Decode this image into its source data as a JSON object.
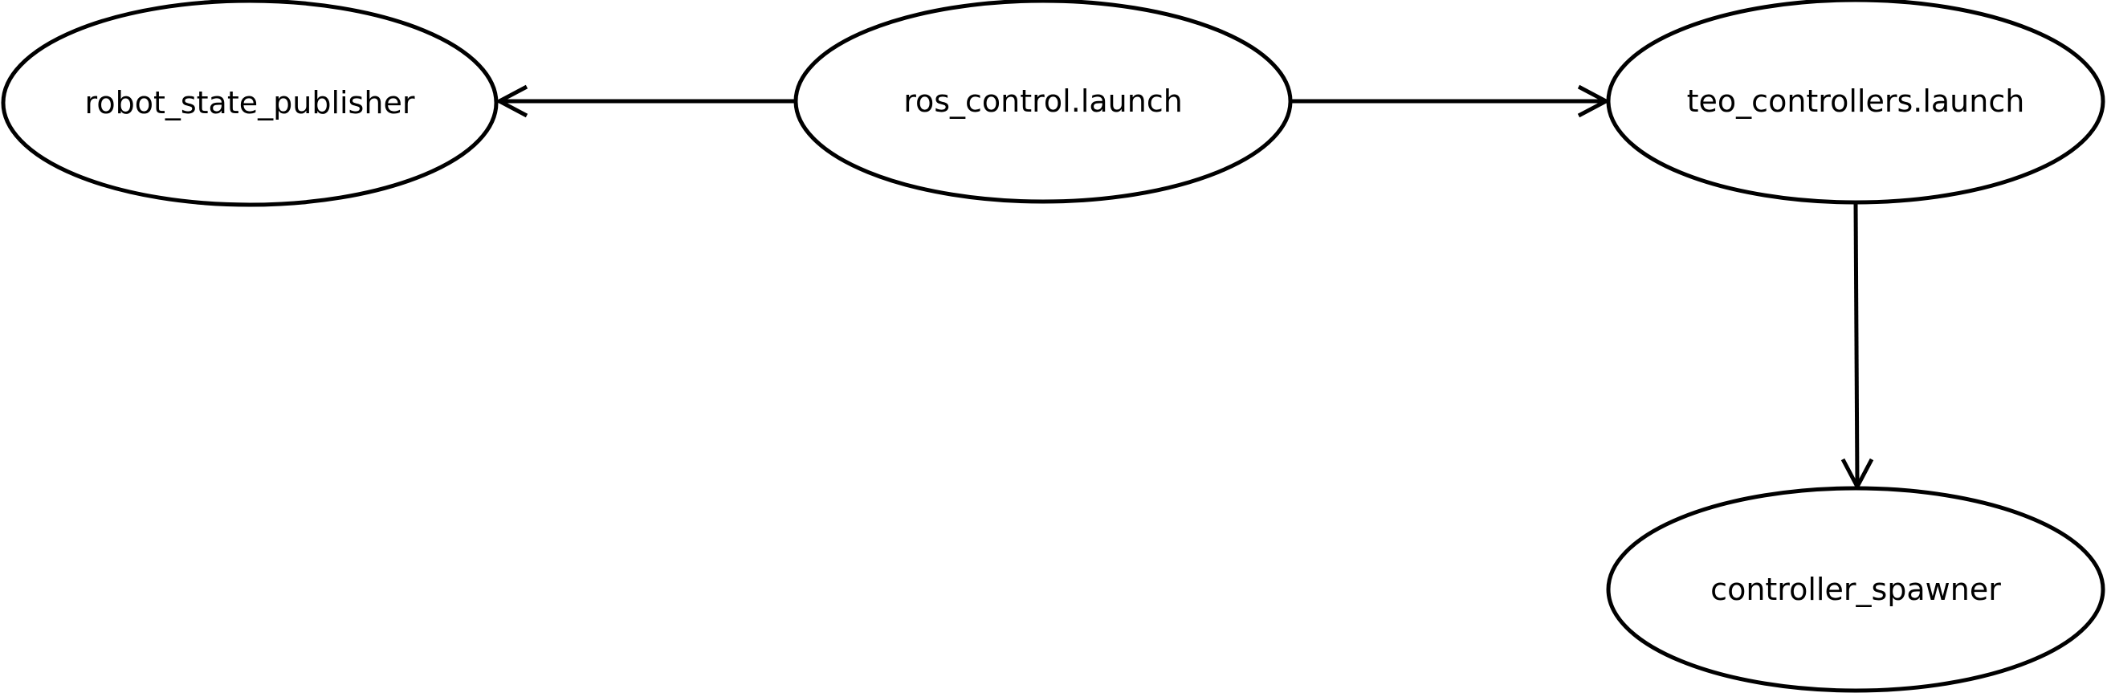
{
  "nodes": {
    "robot_state_publisher": {
      "label": "robot_state_publisher"
    },
    "ros_control_launch": {
      "label": "ros_control.launch"
    },
    "teo_controllers_launch": {
      "label": "teo_controllers.launch"
    },
    "controller_spawner": {
      "label": "controller_spawner"
    }
  },
  "edges": [
    {
      "from": "ros_control.launch",
      "to": "robot_state_publisher"
    },
    {
      "from": "ros_control.launch",
      "to": "teo_controllers.launch"
    },
    {
      "from": "teo_controllers.launch",
      "to": "controller_spawner"
    }
  ]
}
